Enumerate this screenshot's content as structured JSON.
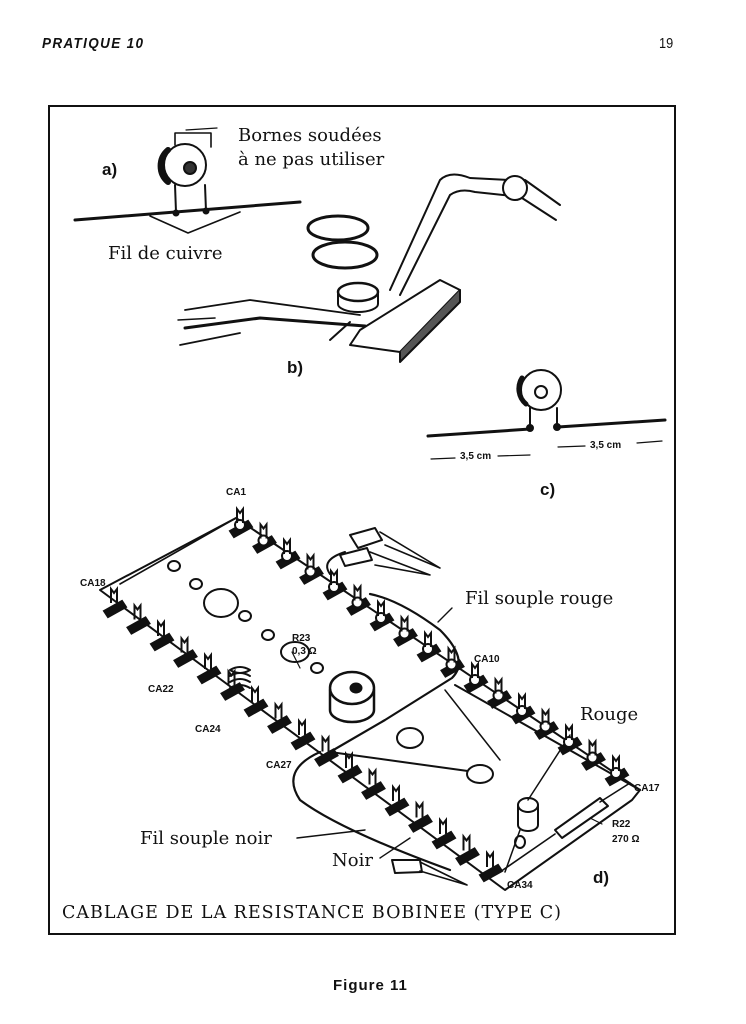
{
  "header": {
    "running_head": "PRATIQUE 10",
    "page_number": "19"
  },
  "figure": {
    "caption": "CABLAGE DE LA RESISTANCE BOBINEE (TYPE C)",
    "label": "Figure 11",
    "panels": {
      "a": {
        "marker": "a)",
        "callout_line1": "Bornes soudées",
        "callout_line2": "à ne pas utiliser",
        "wire_label": "Fil de cuivre"
      },
      "b": {
        "marker": "b)"
      },
      "c": {
        "marker": "c)",
        "dimension_left": "3,5 cm",
        "dimension_right": "3,5 cm"
      },
      "d": {
        "marker": "d)",
        "red_wire_label": "Fil souple rouge",
        "black_wire_label": "Fil souple noir",
        "red_label": "Rouge",
        "black_label": "Noir",
        "terminals": {
          "ca1": "CA1",
          "ca10": "CA10",
          "ca17": "CA17",
          "ca18": "CA18",
          "ca22": "CA22",
          "ca24": "CA24",
          "ca27": "CA27",
          "ca34": "CA34"
        },
        "components": {
          "r23_name": "R23",
          "r23_value": "0,3 Ω",
          "r22_name": "R22",
          "r22_value": "270 Ω"
        }
      }
    }
  }
}
